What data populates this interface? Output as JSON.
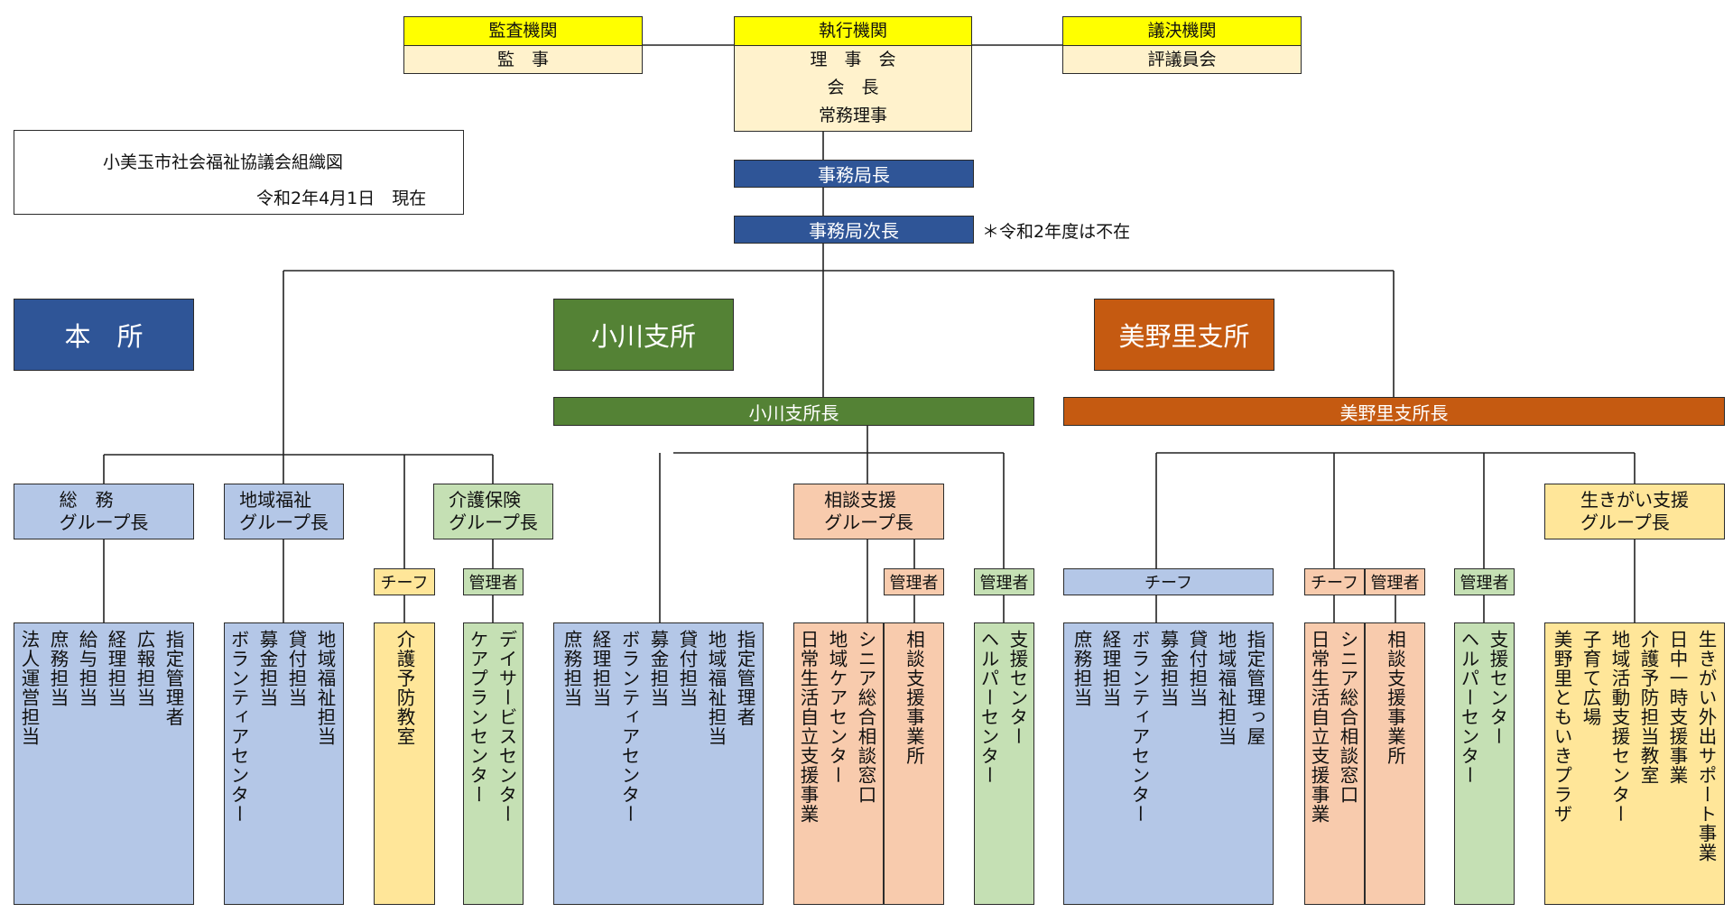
{
  "top": {
    "audit": {
      "header": "監査機関",
      "body": "監　事"
    },
    "exec": {
      "header": "執行機関",
      "lines": [
        "理　事　会",
        "会　長",
        "常務理事"
      ]
    },
    "council": {
      "header": "議決機関",
      "body": "評議員会"
    }
  },
  "title_box": {
    "title": "小美玉市社会福祉協議会組織図",
    "date": "令和2年4月1日　現在"
  },
  "secretariat": {
    "director": "事務局長",
    "deputy": "事務局次長",
    "note": "＊令和2年度は不在"
  },
  "offices": {
    "honsho": "本　所",
    "ogawa": "小川支所",
    "minori": "美野里支所"
  },
  "branch_heads": {
    "ogawa": "小川支所長",
    "minori": "美野里支所長"
  },
  "groups": {
    "somu": "総　務\nグループ長",
    "chiiki": "地域福祉\nグループ長",
    "kaigo": "介護保険\nグループ長",
    "ogawa_sodan": "相談支援\nグループ長",
    "ikigai": "生きがい支援\nグループ長"
  },
  "tags": {
    "chief": "チーフ",
    "manager": "管理者",
    "minori_chief": "チーフ"
  },
  "columns": {
    "somu": [
      "指定管理者",
      "広報担当",
      "経理担当",
      "給与担当",
      "庶務担当",
      "法人運営担当"
    ],
    "chiiki": [
      "地域福祉担当",
      "貸付担当",
      "募金担当",
      "ボランティアセンター"
    ],
    "kaigo_chief": [
      "介護予防教室"
    ],
    "kaigo_mgr": [
      "デイサービスセンター",
      "ケアプランセンター"
    ],
    "ogawa_main": [
      "指定管理者",
      "地域福祉担当",
      "貸付担当",
      "募金担当",
      "ボランティアセンター",
      "経理担当",
      "庶務担当"
    ],
    "ogawa_sodan": [
      "シニア総合相談窓口",
      "地域ケアセンター",
      "日常生活自立支援事業"
    ],
    "ogawa_sodan_mgr": [
      "相談支援事業所"
    ],
    "ogawa_helper": [
      "支援センター",
      "ヘルパーセンター"
    ],
    "minori_main": [
      "指定管理っ屋",
      "地域福祉担当",
      "貸付担当",
      "募金担当",
      "ボランティアセンター",
      "経理担当",
      "庶務担当"
    ],
    "minori_sodan": [
      "シニア総合相談窓口",
      "日常生活自立支援事業"
    ],
    "minori_sodan_mgr": [
      "相談支援事業所"
    ],
    "minori_helper": [
      "支援センター",
      "ヘルパーセンター"
    ],
    "ikigai": [
      "生きがい外出サポート事業",
      "日中一時支援事業",
      "介護予防担当教室",
      "地域活動支援センター",
      "子育て広場",
      "美野里ともいきプラザ"
    ]
  },
  "colors": {
    "yellow_hdr": "#ffff00",
    "cream": "#fff2cc",
    "navy": "#2f5597",
    "green": "#548235",
    "orange": "#c55a11",
    "light_blue": "#b4c7e7",
    "light_green": "#c5e0b4",
    "light_yellow": "#ffe699",
    "peach": "#f8cbad"
  }
}
